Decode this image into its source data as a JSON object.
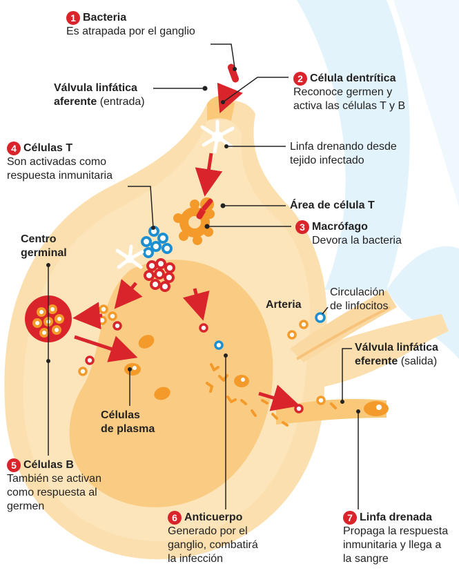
{
  "labels": {
    "bacteria": {
      "num": "1",
      "title": "Bacteria",
      "desc": "Es atrapada por el ganglio"
    },
    "dendritic": {
      "num": "2",
      "title": "Célula dentrítica",
      "desc1": "Reconoce germen y",
      "desc2": "activa las células T y B"
    },
    "macrophage": {
      "num": "3",
      "title": "Macrófago",
      "desc": "Devora la bacteria"
    },
    "tcells": {
      "num": "4",
      "title": "Células T",
      "desc1": "Son activadas como",
      "desc2": "respuesta inmunitaria"
    },
    "bcells": {
      "num": "5",
      "title": "Células B",
      "desc1": "También se activan",
      "desc2": "como respuesta al",
      "desc3": "germen"
    },
    "antibody": {
      "num": "6",
      "title": "Anticuerpo",
      "desc1": "Generado por el",
      "desc2": "ganglio, combatirá",
      "desc3": "la infección"
    },
    "drained_lymph": {
      "num": "7",
      "title": "Linfa drenada",
      "desc1": "Propaga la respuesta",
      "desc2": "inmunitaria y llega a",
      "desc3": "la sangre"
    },
    "afferent": {
      "bold1": "Válvula linfática",
      "bold2": "aferente",
      "normal": " (entrada)"
    },
    "efferent": {
      "bold1": "Válvula linfática",
      "bold2": "eferente",
      "normal": " (salida)"
    },
    "lymph_draining": {
      "line1": "Linfa drenando desde",
      "line2": "tejido infectado"
    },
    "t_area": {
      "text": "Área de célula T"
    },
    "germinal": {
      "line1": "Centro",
      "line2": "germinal"
    },
    "plasma": {
      "line1": "Células",
      "line2": "de plasma"
    },
    "artery": {
      "text": "Arteria"
    },
    "circulation": {
      "line1": "Circulación",
      "line2": "de linfocitos"
    }
  },
  "colors": {
    "node_outer": "#fbdfae",
    "node_inner": "#f9c879",
    "cell_orange": "#f39a2a",
    "bacteria_red": "#d8242a",
    "t_cell_blue": "#1d8fd1",
    "background_stripe": "#dff1fb",
    "accent_blue": "#0a9ad6"
  }
}
